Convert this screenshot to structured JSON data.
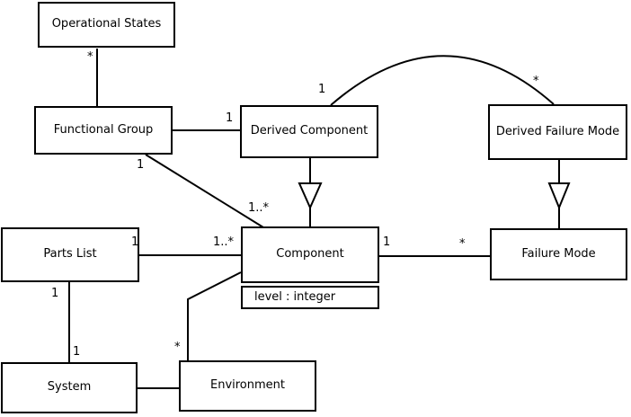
{
  "diagram": {
    "type": "uml-class-diagram",
    "background_color": "#ffffff",
    "line_color": "#000000",
    "nodes": [
      {
        "label": "Operational States"
      },
      {
        "label": "Functional Group"
      },
      {
        "label": "Derived Component"
      },
      {
        "label": "Derived Failure Mode"
      },
      {
        "label": "Parts List"
      },
      {
        "label": "Component",
        "attributes": [
          "level : integer"
        ]
      },
      {
        "label": "Failure Mode"
      },
      {
        "label": "System"
      },
      {
        "label": "Environment"
      }
    ],
    "edges": [
      {
        "from": "Operational States",
        "to": "Functional Group",
        "type": "association",
        "source_mult": "*"
      },
      {
        "from": "Functional Group",
        "to": "Derived Component",
        "type": "association",
        "target_mult": "1"
      },
      {
        "from": "Derived Component",
        "to": "Derived Failure Mode",
        "type": "association",
        "source_mult": "1",
        "target_mult": "*"
      },
      {
        "from": "Derived Component",
        "to": "Component",
        "type": "generalization"
      },
      {
        "from": "Derived Failure Mode",
        "to": "Failure Mode",
        "type": "generalization"
      },
      {
        "from": "Functional Group",
        "to": "Component",
        "type": "association",
        "source_mult": "1",
        "target_mult": "1..*"
      },
      {
        "from": "Parts List",
        "to": "Component",
        "type": "association",
        "source_mult": "1",
        "target_mult": "1..*"
      },
      {
        "from": "Component",
        "to": "Failure Mode",
        "type": "association",
        "source_mult": "1",
        "target_mult": "*"
      },
      {
        "from": "Parts List",
        "to": "System",
        "type": "association",
        "source_mult": "1",
        "target_mult": "1"
      },
      {
        "from": "Component",
        "to": "Environment",
        "type": "association",
        "target_mult": "*"
      },
      {
        "from": "System",
        "to": "Environment",
        "type": "association"
      }
    ]
  }
}
